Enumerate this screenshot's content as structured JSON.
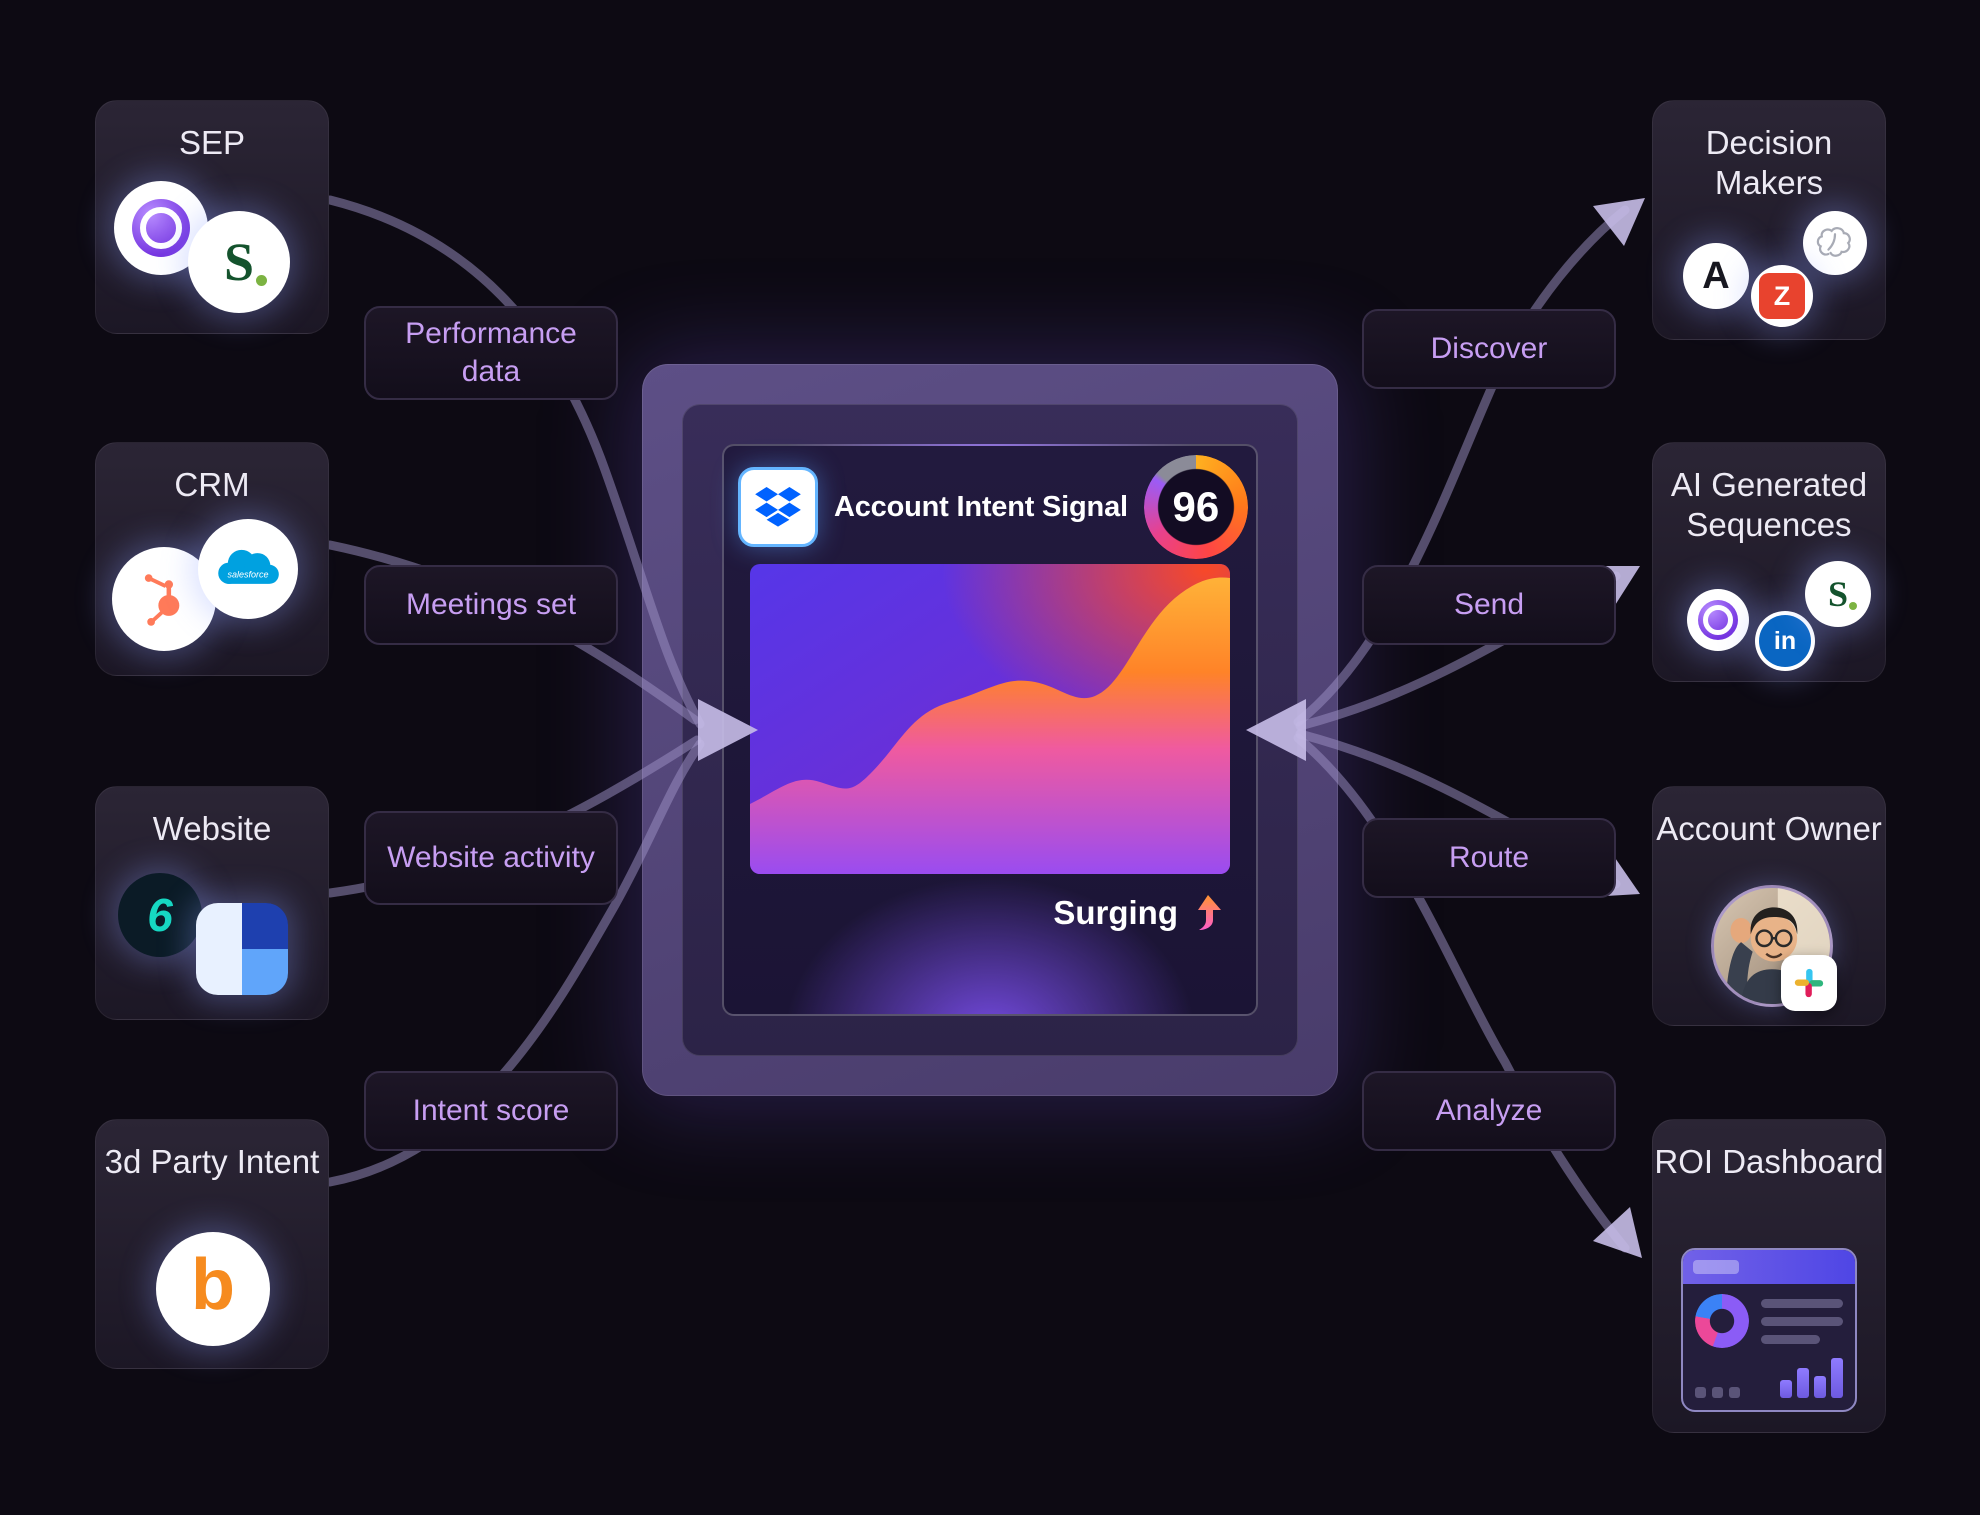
{
  "sources": [
    {
      "title": "SEP"
    },
    {
      "title": "CRM"
    },
    {
      "title": "Website"
    },
    {
      "title": "3d Party Intent"
    }
  ],
  "input_labels": [
    {
      "label": "Performance data"
    },
    {
      "label": "Meetings set"
    },
    {
      "label": "Website activity"
    },
    {
      "label": "Intent score"
    }
  ],
  "center": {
    "title": "Account Intent Signal",
    "score": "96",
    "status": "Surging"
  },
  "output_labels": [
    {
      "label": "Discover"
    },
    {
      "label": "Send"
    },
    {
      "label": "Route"
    },
    {
      "label": "Analyze"
    }
  ],
  "destinations": [
    {
      "title": "Decision Makers"
    },
    {
      "title": "AI Generated Sequences"
    },
    {
      "title": "Account Owner"
    },
    {
      "title": "ROI Dashboard"
    }
  ],
  "glyphs": {
    "salesloft": "S",
    "bombora": "b",
    "zoominfo": "Z",
    "apollo": "A",
    "linkedin": "in",
    "sixsense": "6",
    "salesforce": "salesforce"
  },
  "colors": {
    "background": "#0d0a13",
    "pill_text": "#c79ef2",
    "arrow": "#9e92c6",
    "panel_purple": "#5d4f86",
    "chart_orange": "#ff8328",
    "chart_purple": "#9a4cf0"
  }
}
